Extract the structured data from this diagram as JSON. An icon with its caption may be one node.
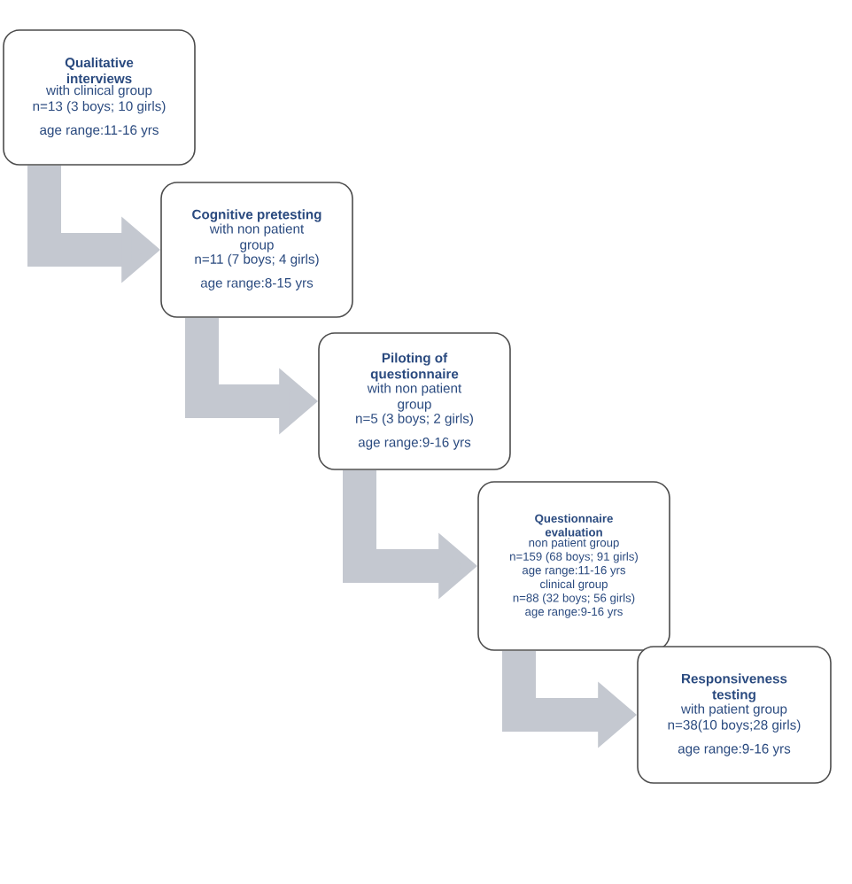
{
  "diagram": {
    "nodes": [
      {
        "text": [
          "Qualitative interviews",
          "with clinical group",
          "n=13 (3 boys; 10 girls)",
          "age range:11-16 yrs"
        ]
      },
      {
        "text": [
          "Cognitive pretesting",
          "with non patient group",
          "n=11 (7 boys; 4 girls)",
          "age range:8-15 yrs"
        ]
      },
      {
        "text": [
          "Piloting of questionnaire",
          "with non patient group",
          "n=5 (3 boys; 2 girls)",
          "age range:9-16 yrs"
        ]
      },
      {
        "text": [
          "Questionnaire evaluation",
          "non patient group",
          "n=159 (68 boys;  91 girls)",
          "age range:11-16 yrs",
          "clinical  group",
          "n=88 (32 boys;  56 girls)",
          "age range:9-16 yrs"
        ]
      },
      {
        "text": [
          "Responsiveness testing",
          "with patient group",
          "n=38(10 boys;28 girls)",
          "age range:9-16 yrs"
        ]
      }
    ],
    "edges": [
      {
        "from": 0,
        "to": 1,
        "arrow": "to"
      },
      {
        "from": 1,
        "to": 2,
        "arrow": "to"
      },
      {
        "from": 2,
        "to": 3,
        "arrow": "to"
      },
      {
        "from": 3,
        "to": 4,
        "arrow": "to"
      }
    ]
  }
}
